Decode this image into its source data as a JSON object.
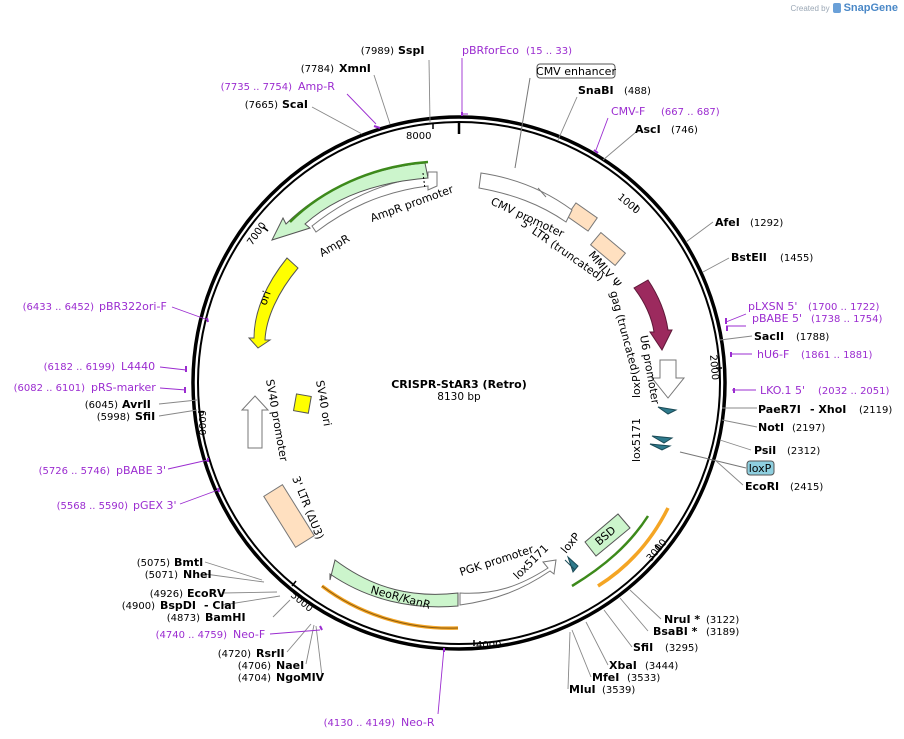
{
  "app": {
    "created_by": "Created by",
    "brand": "SnapGene"
  },
  "plasmid": {
    "name": "CRISPR-StAR3 (Retro)",
    "length_label": "8130 bp",
    "length": 8130
  },
  "ticks": [
    "1000",
    "2000",
    "3000",
    "4000",
    "5000",
    "6000",
    "7000",
    "8000"
  ],
  "sites": [
    {
      "id": "sspi",
      "name": "SspI",
      "pos": "(7989)"
    },
    {
      "id": "xmni",
      "name": "XmnI",
      "pos": "(7784)"
    },
    {
      "id": "scai",
      "name": "ScaI",
      "pos": "(7665)"
    },
    {
      "id": "snabi",
      "name": "SnaBI",
      "pos": "(488)"
    },
    {
      "id": "asci",
      "name": "AscI",
      "pos": "(746)"
    },
    {
      "id": "afei",
      "name": "AfeI",
      "pos": "(1292)"
    },
    {
      "id": "bsteii",
      "name": "BstEII",
      "pos": "(1455)"
    },
    {
      "id": "sacii",
      "name": "SacII",
      "pos": "(1788)"
    },
    {
      "id": "paer7i",
      "name": "PaeR7I",
      "pos": "(2119)"
    },
    {
      "id": "xhoi",
      "name": "- XhoI",
      "pos": ""
    },
    {
      "id": "noti",
      "name": "NotI",
      "pos": "(2197)"
    },
    {
      "id": "psii",
      "name": "PsiI",
      "pos": "(2312)"
    },
    {
      "id": "ecori",
      "name": "EcoRI",
      "pos": "(2415)"
    },
    {
      "id": "avrii",
      "name": "AvrII",
      "pos": "(6045)"
    },
    {
      "id": "sfii-a",
      "name": "SfiI",
      "pos": "(5998)"
    },
    {
      "id": "bmti",
      "name": "BmtI",
      "pos": "(5075)"
    },
    {
      "id": "nhei",
      "name": "NheI",
      "pos": "(5071)"
    },
    {
      "id": "ecorv",
      "name": "EcoRV",
      "pos": "(4926)"
    },
    {
      "id": "bspdi",
      "name": "BspDI",
      "pos": "(4900)"
    },
    {
      "id": "clai",
      "name": "- ClaI",
      "pos": ""
    },
    {
      "id": "bamhi",
      "name": "BamHI",
      "pos": "(4873)"
    },
    {
      "id": "rsrii",
      "name": "RsrII",
      "pos": "(4720)"
    },
    {
      "id": "naei",
      "name": "NaeI",
      "pos": "(4706)"
    },
    {
      "id": "ngomiv",
      "name": "NgoMIV",
      "pos": "(4704)"
    },
    {
      "id": "nrui",
      "name": "NruI *",
      "pos": "(3122)"
    },
    {
      "id": "bsabi",
      "name": "BsaBI *",
      "pos": "(3189)"
    },
    {
      "id": "sfii-b",
      "name": "SfiI",
      "pos": "(3295)"
    },
    {
      "id": "xbai",
      "name": "XbaI",
      "pos": "(3444)"
    },
    {
      "id": "mfei",
      "name": "MfeI",
      "pos": "(3533)"
    },
    {
      "id": "mlui",
      "name": "MluI",
      "pos": "(3539)"
    }
  ],
  "primers": [
    {
      "id": "pbrforeco",
      "name": "pBRforEco",
      "pos": "(15 .. 33)"
    },
    {
      "id": "amp-r",
      "name": "Amp-R",
      "pos": "(7735 .. 7754)"
    },
    {
      "id": "cmv-f",
      "name": "CMV-F",
      "pos": "(667 .. 687)"
    },
    {
      "id": "plxsn-5",
      "name": "pLXSN 5'",
      "pos": "(1700 .. 1722)"
    },
    {
      "id": "pbabe-5",
      "name": "pBABE 5'",
      "pos": "(1738 .. 1754)"
    },
    {
      "id": "hu6-f",
      "name": "hU6-F",
      "pos": "(1861 .. 1881)"
    },
    {
      "id": "lko1-5",
      "name": "LKO.1 5'",
      "pos": "(2032 .. 2051)"
    },
    {
      "id": "pbr322ori-f",
      "name": "pBR322ori-F",
      "pos": "(6433 .. 6452)"
    },
    {
      "id": "l4440",
      "name": "L4440",
      "pos": "(6182 .. 6199)"
    },
    {
      "id": "prs-marker",
      "name": "pRS-marker",
      "pos": "(6082 .. 6101)"
    },
    {
      "id": "pbabe-3",
      "name": "pBABE 3'",
      "pos": "(5726 .. 5746)"
    },
    {
      "id": "pgex-3",
      "name": "pGEX 3'",
      "pos": "(5568 .. 5590)"
    },
    {
      "id": "neo-f",
      "name": "Neo-F",
      "pos": "(4740 .. 4759)"
    },
    {
      "id": "neo-r",
      "name": "Neo-R",
      "pos": "(4130 .. 4149)"
    }
  ],
  "features": {
    "cmv_enhancer": "CMV enhancer",
    "cmv_promoter": "CMV promoter",
    "ltr5": "5' LTR (truncated)",
    "mmlv": "MMLV Ψ",
    "gag": "gag (truncated)",
    "u6": "U6 promoter",
    "loxp_1": "loxP",
    "lox5171_1": "lox5171",
    "loxp_box": "loxP",
    "bsd": "BSD",
    "loxp_2": "loxP",
    "lox5171_2": "lox5171",
    "pgk": "PGK promoter",
    "neor": "NeoR/KanR",
    "ltr3": "3' LTR (ΔU3)",
    "sv40_promoter": "SV40 promoter",
    "sv40_ori": "SV40 ori",
    "ori": "ori",
    "ampr": "AmpR",
    "ampr_promoter": "AmpR promoter"
  },
  "colors": {
    "primer": "#9B2CD0",
    "ampr": "#CCF5CC",
    "ori": "#FFFF00",
    "ltr": "#FFE0C0",
    "gag": "#9C2A5E",
    "lox": "#2E7A8C",
    "neor": "#CCF5CC",
    "bsd": "#CCF5CC"
  }
}
